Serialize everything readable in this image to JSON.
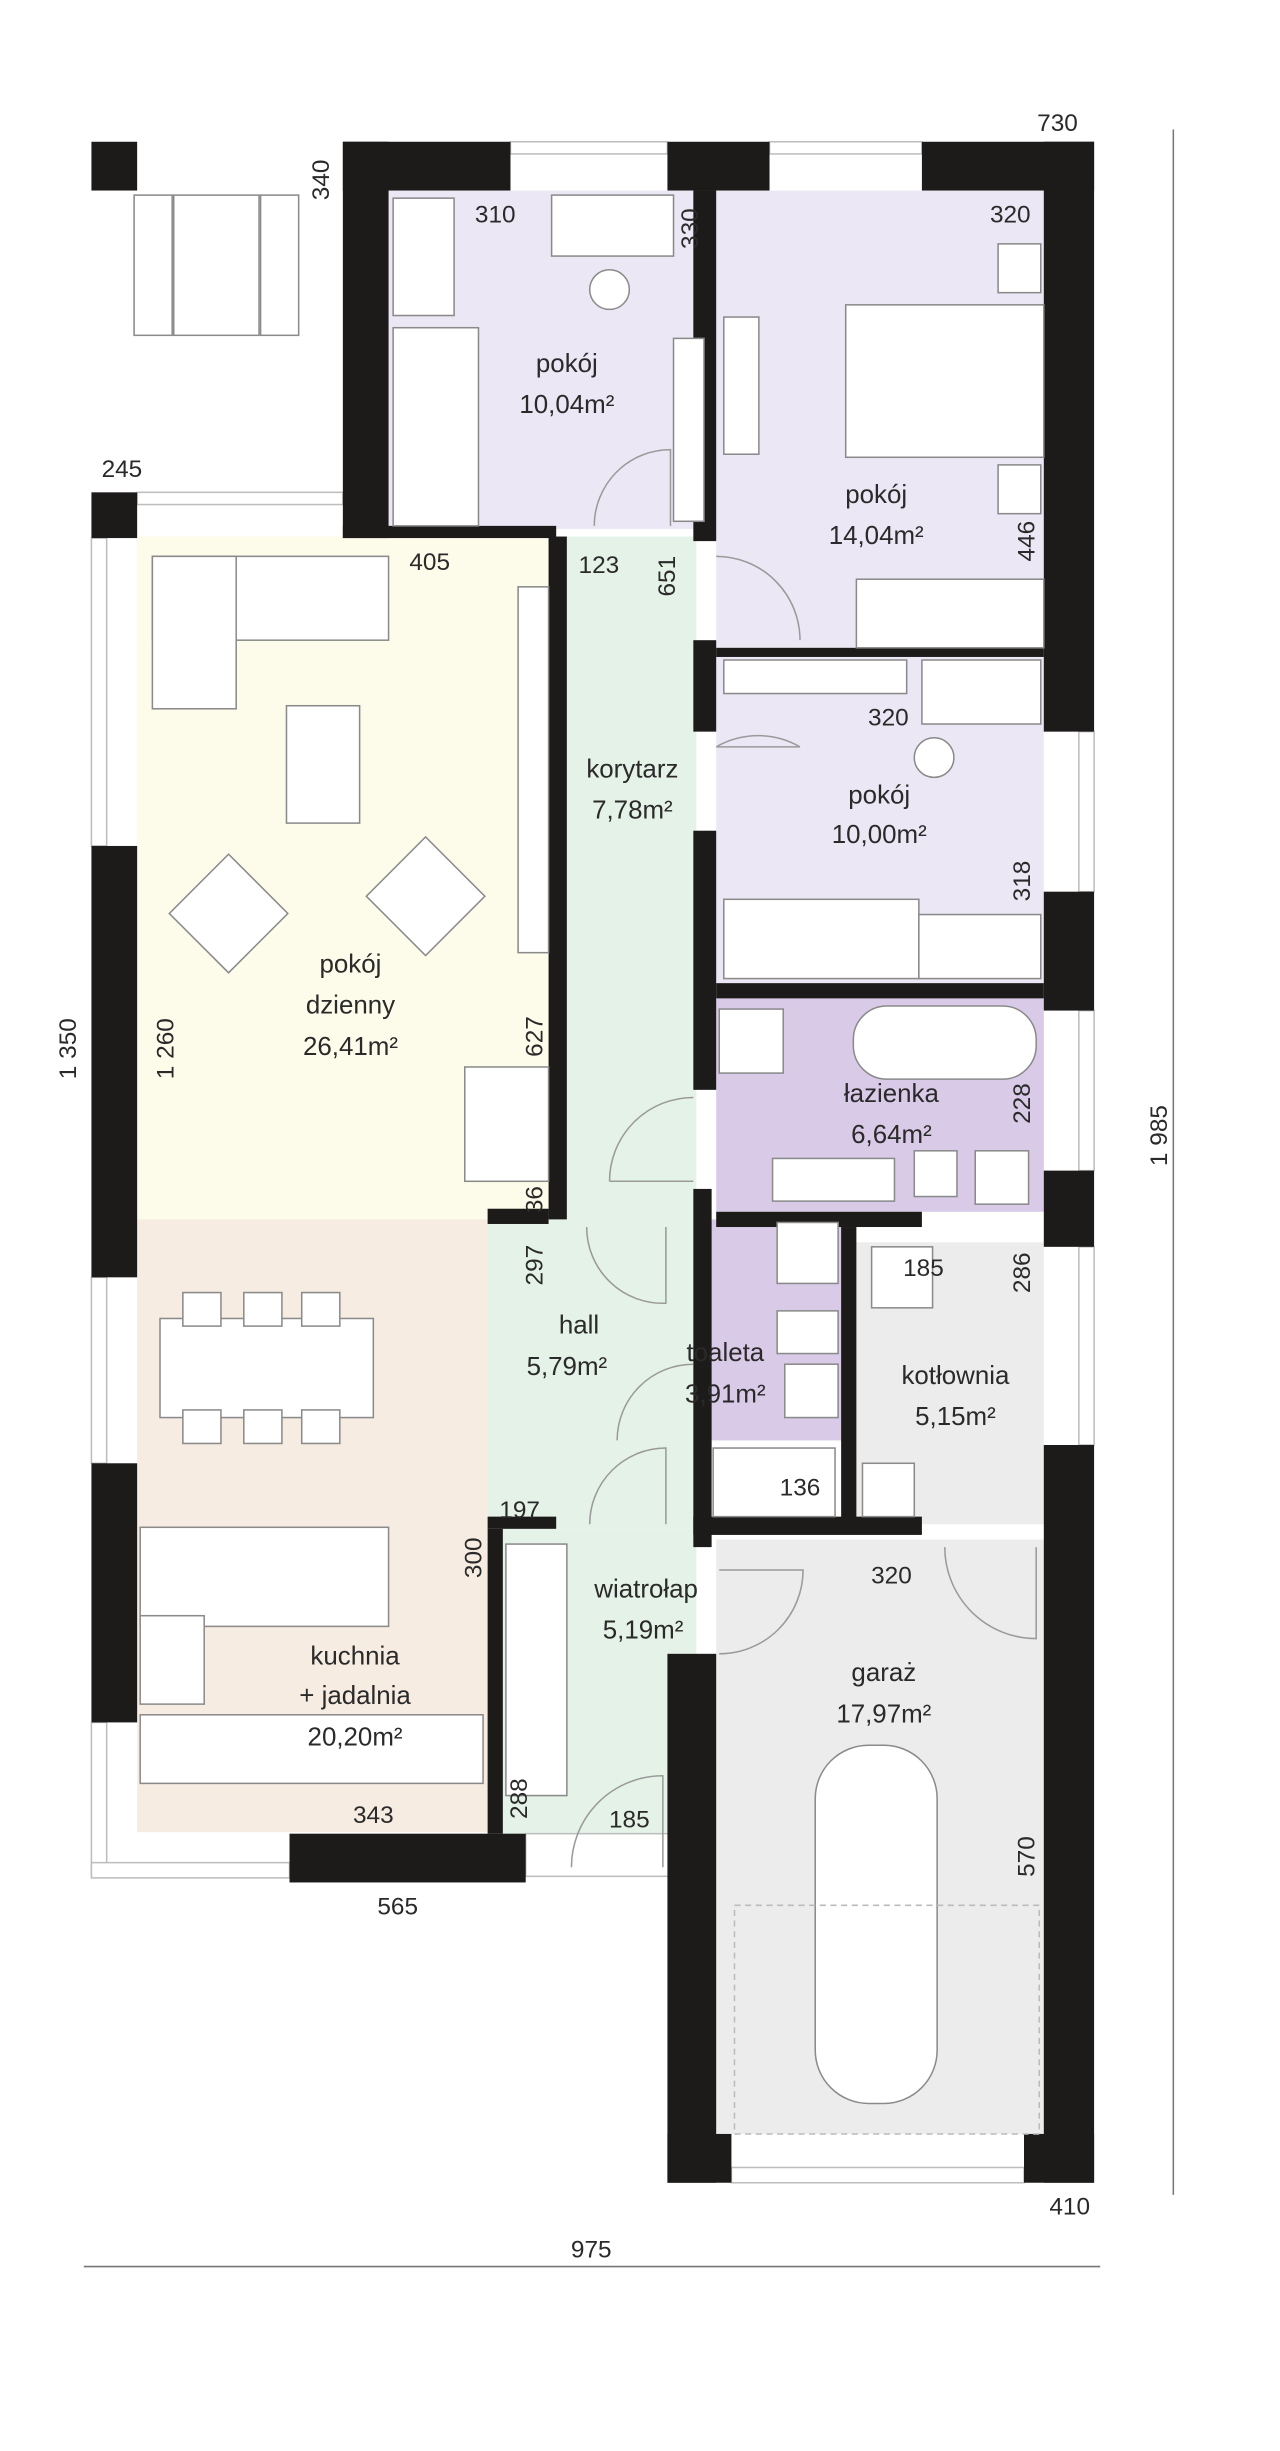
{
  "colors": {
    "wall": "#1d1a1a",
    "bedroom": "#ece7f4",
    "bathroom": "#d9cbe7",
    "living": "#fdfbe9",
    "kitchen": "#f6ece2",
    "corridor": "#e5f2e7",
    "utility": "#ececec"
  },
  "rooms": {
    "bedroom1": {
      "name": "pokój",
      "area": "10,04m²"
    },
    "bedroom2": {
      "name": "pokój",
      "area": "14,04m²"
    },
    "bedroom3": {
      "name": "pokój",
      "area": "10,00m²"
    },
    "bathroom": {
      "name": "łazienka",
      "area": "6,64m²"
    },
    "living": {
      "name1": "pokój",
      "name2": "dzienny",
      "area": "26,41m²"
    },
    "corridor": {
      "name": "korytarz",
      "area": "7,78m²"
    },
    "hall": {
      "name": "hall",
      "area": "5,79m²"
    },
    "toilet": {
      "name": "toaleta",
      "area": "3,91m²"
    },
    "boiler": {
      "name": "kotłownia",
      "area": "5,15m²"
    },
    "kitchen": {
      "name1": "kuchnia",
      "name2": "+ jadalnia",
      "area": "20,20m²"
    },
    "vestibule": {
      "name": "wiatrołap",
      "area": "5,19m²"
    },
    "garage": {
      "name": "garaż",
      "area": "17,97m²"
    }
  },
  "dimensions": {
    "d730": "730",
    "d340": "340",
    "d310": "310",
    "d330": "330",
    "d320a": "320",
    "d245": "245",
    "d405": "405",
    "d123": "123",
    "d651": "651",
    "d446": "446",
    "d320b": "320",
    "d318": "318",
    "d1350": "1 350",
    "d1260": "1 260",
    "d627": "627",
    "d228": "228",
    "d36": "36",
    "d297": "297",
    "d185a": "185",
    "d286": "286",
    "d1985": "1 985",
    "d197": "197",
    "d136": "136",
    "d300": "300",
    "d320c": "320",
    "d343": "343",
    "d288": "288",
    "d185b": "185",
    "d565": "565",
    "d570": "570",
    "d410": "410",
    "d975": "975"
  }
}
